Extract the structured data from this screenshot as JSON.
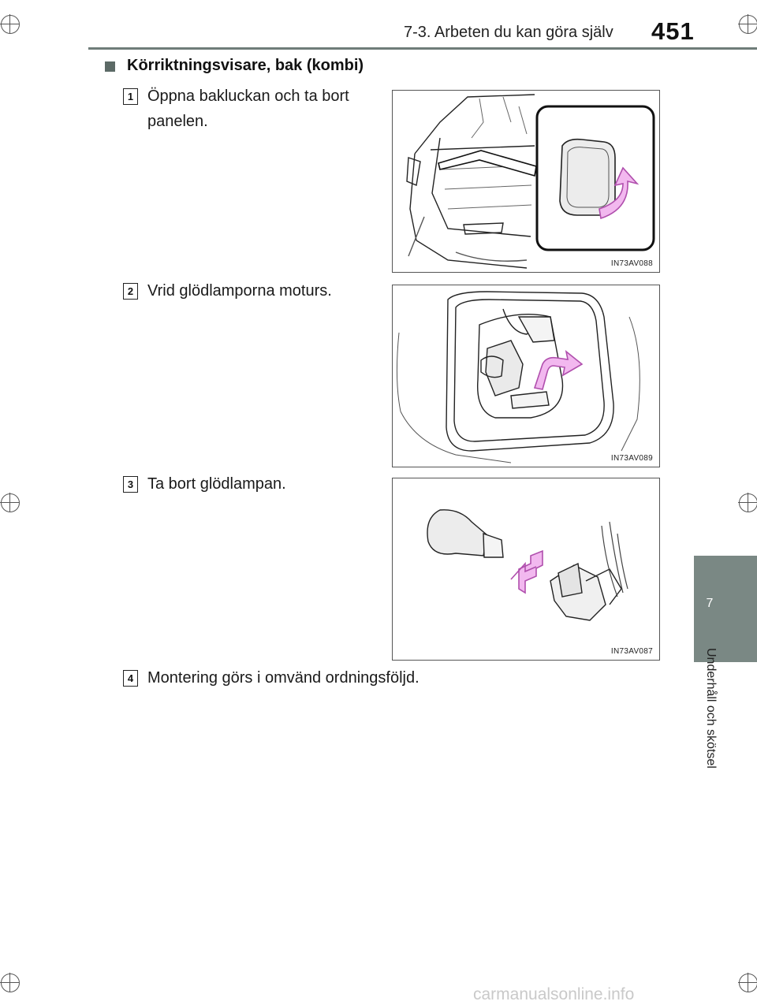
{
  "header": {
    "chapter_title": "7-3. Arbeten du kan göra själv",
    "page_number": "451"
  },
  "side_tab": {
    "chapter_number": "7",
    "chapter_name": "Underhåll och skötsel"
  },
  "section": {
    "title": "Körriktningsvisare, bak (kombi)"
  },
  "steps": [
    {
      "number": "1",
      "text_line1": "Öppna bakluckan och ta bort",
      "text_line2": "panelen.",
      "figure_code": "IN73AV088"
    },
    {
      "number": "2",
      "text_line1": "Vrid glödlamporna moturs.",
      "figure_code": "IN73AV089"
    },
    {
      "number": "3",
      "text_line1": "Ta bort glödlampan.",
      "figure_code": "IN73AV087"
    },
    {
      "number": "4",
      "text_line1": "Montering görs i omvänd ordningsföljd."
    }
  ],
  "colors": {
    "tab": "#7a8884",
    "header_rule": "#6f7d79",
    "arrow_fill": "#f2b8ef",
    "arrow_stroke": "#b04fad"
  },
  "watermark": "carmanualsonline.info"
}
